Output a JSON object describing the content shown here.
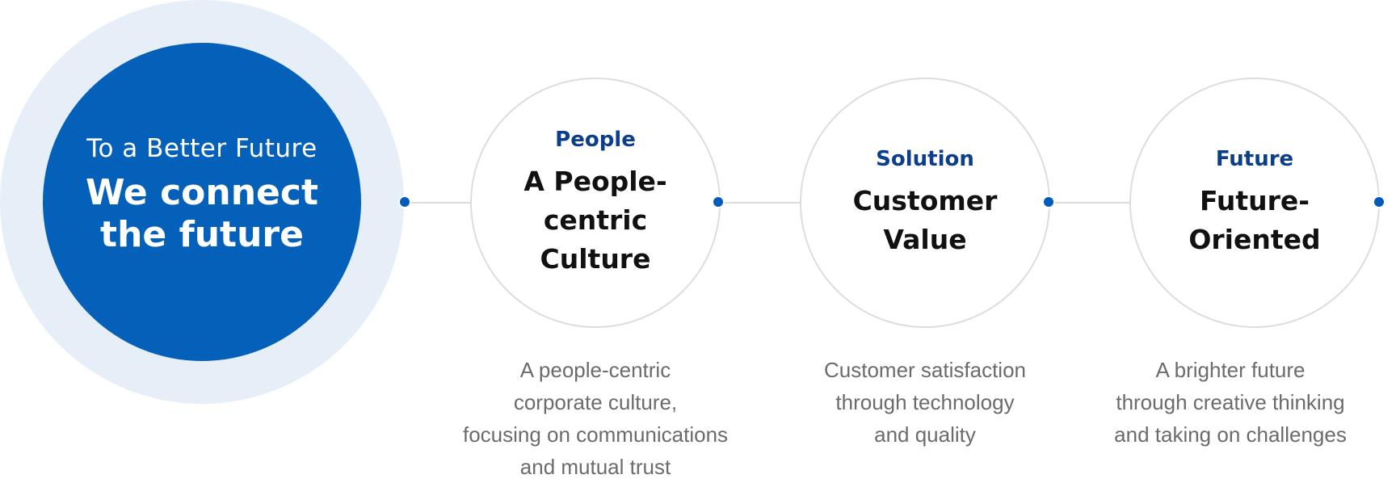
{
  "hero": {
    "subtitle": "To a Better Future",
    "title_line1": "We connect",
    "title_line2": "the future"
  },
  "values": [
    {
      "category": "People",
      "heading_line1": "A People-centric",
      "heading_line2": "Culture",
      "description": [
        "A people-centric",
        "corporate culture,",
        "focusing on communications",
        "and mutual trust"
      ]
    },
    {
      "category": "Solution",
      "heading_line1": "Customer",
      "heading_line2": "Value",
      "description": [
        "Customer satisfaction",
        "through technology",
        "and quality"
      ]
    },
    {
      "category": "Future",
      "heading_line1": "Future-",
      "heading_line2": "Oriented",
      "description": [
        "A brighter future",
        "through creative thinking",
        "and taking on challenges"
      ]
    }
  ],
  "colors": {
    "hero_blue": "#0560b9",
    "halo": "#e6eff8",
    "category_navy": "#0b3f8c",
    "dot_blue": "#005bbb",
    "line_gray": "#dcdcdc",
    "description_gray": "#6b6b6b"
  }
}
